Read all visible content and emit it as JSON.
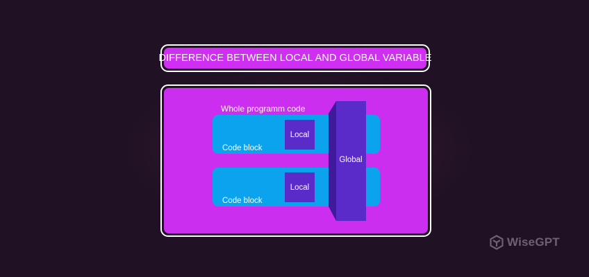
{
  "title": "DIFFERENCE BETWEEN LOCAL AND GLOBAL VARIABLE",
  "diagram": {
    "whole_label": "Whole programm code",
    "code_blocks": [
      {
        "label": "Code block",
        "local_label": "Local"
      },
      {
        "label": "Code block",
        "local_label": "Local"
      }
    ],
    "global_label": "Global"
  },
  "logo": {
    "text": "WiseGPT",
    "icon": "wisegpt-logo-icon"
  },
  "colors": {
    "background": "#201124",
    "magenta": "#cc2ef0",
    "code_block": "#0ba3ee",
    "local": "#5a2bc8",
    "global": "#5a2bc8",
    "global_side": "#3f1a9a",
    "border": "#ffffff",
    "logo": "#6d6370"
  }
}
